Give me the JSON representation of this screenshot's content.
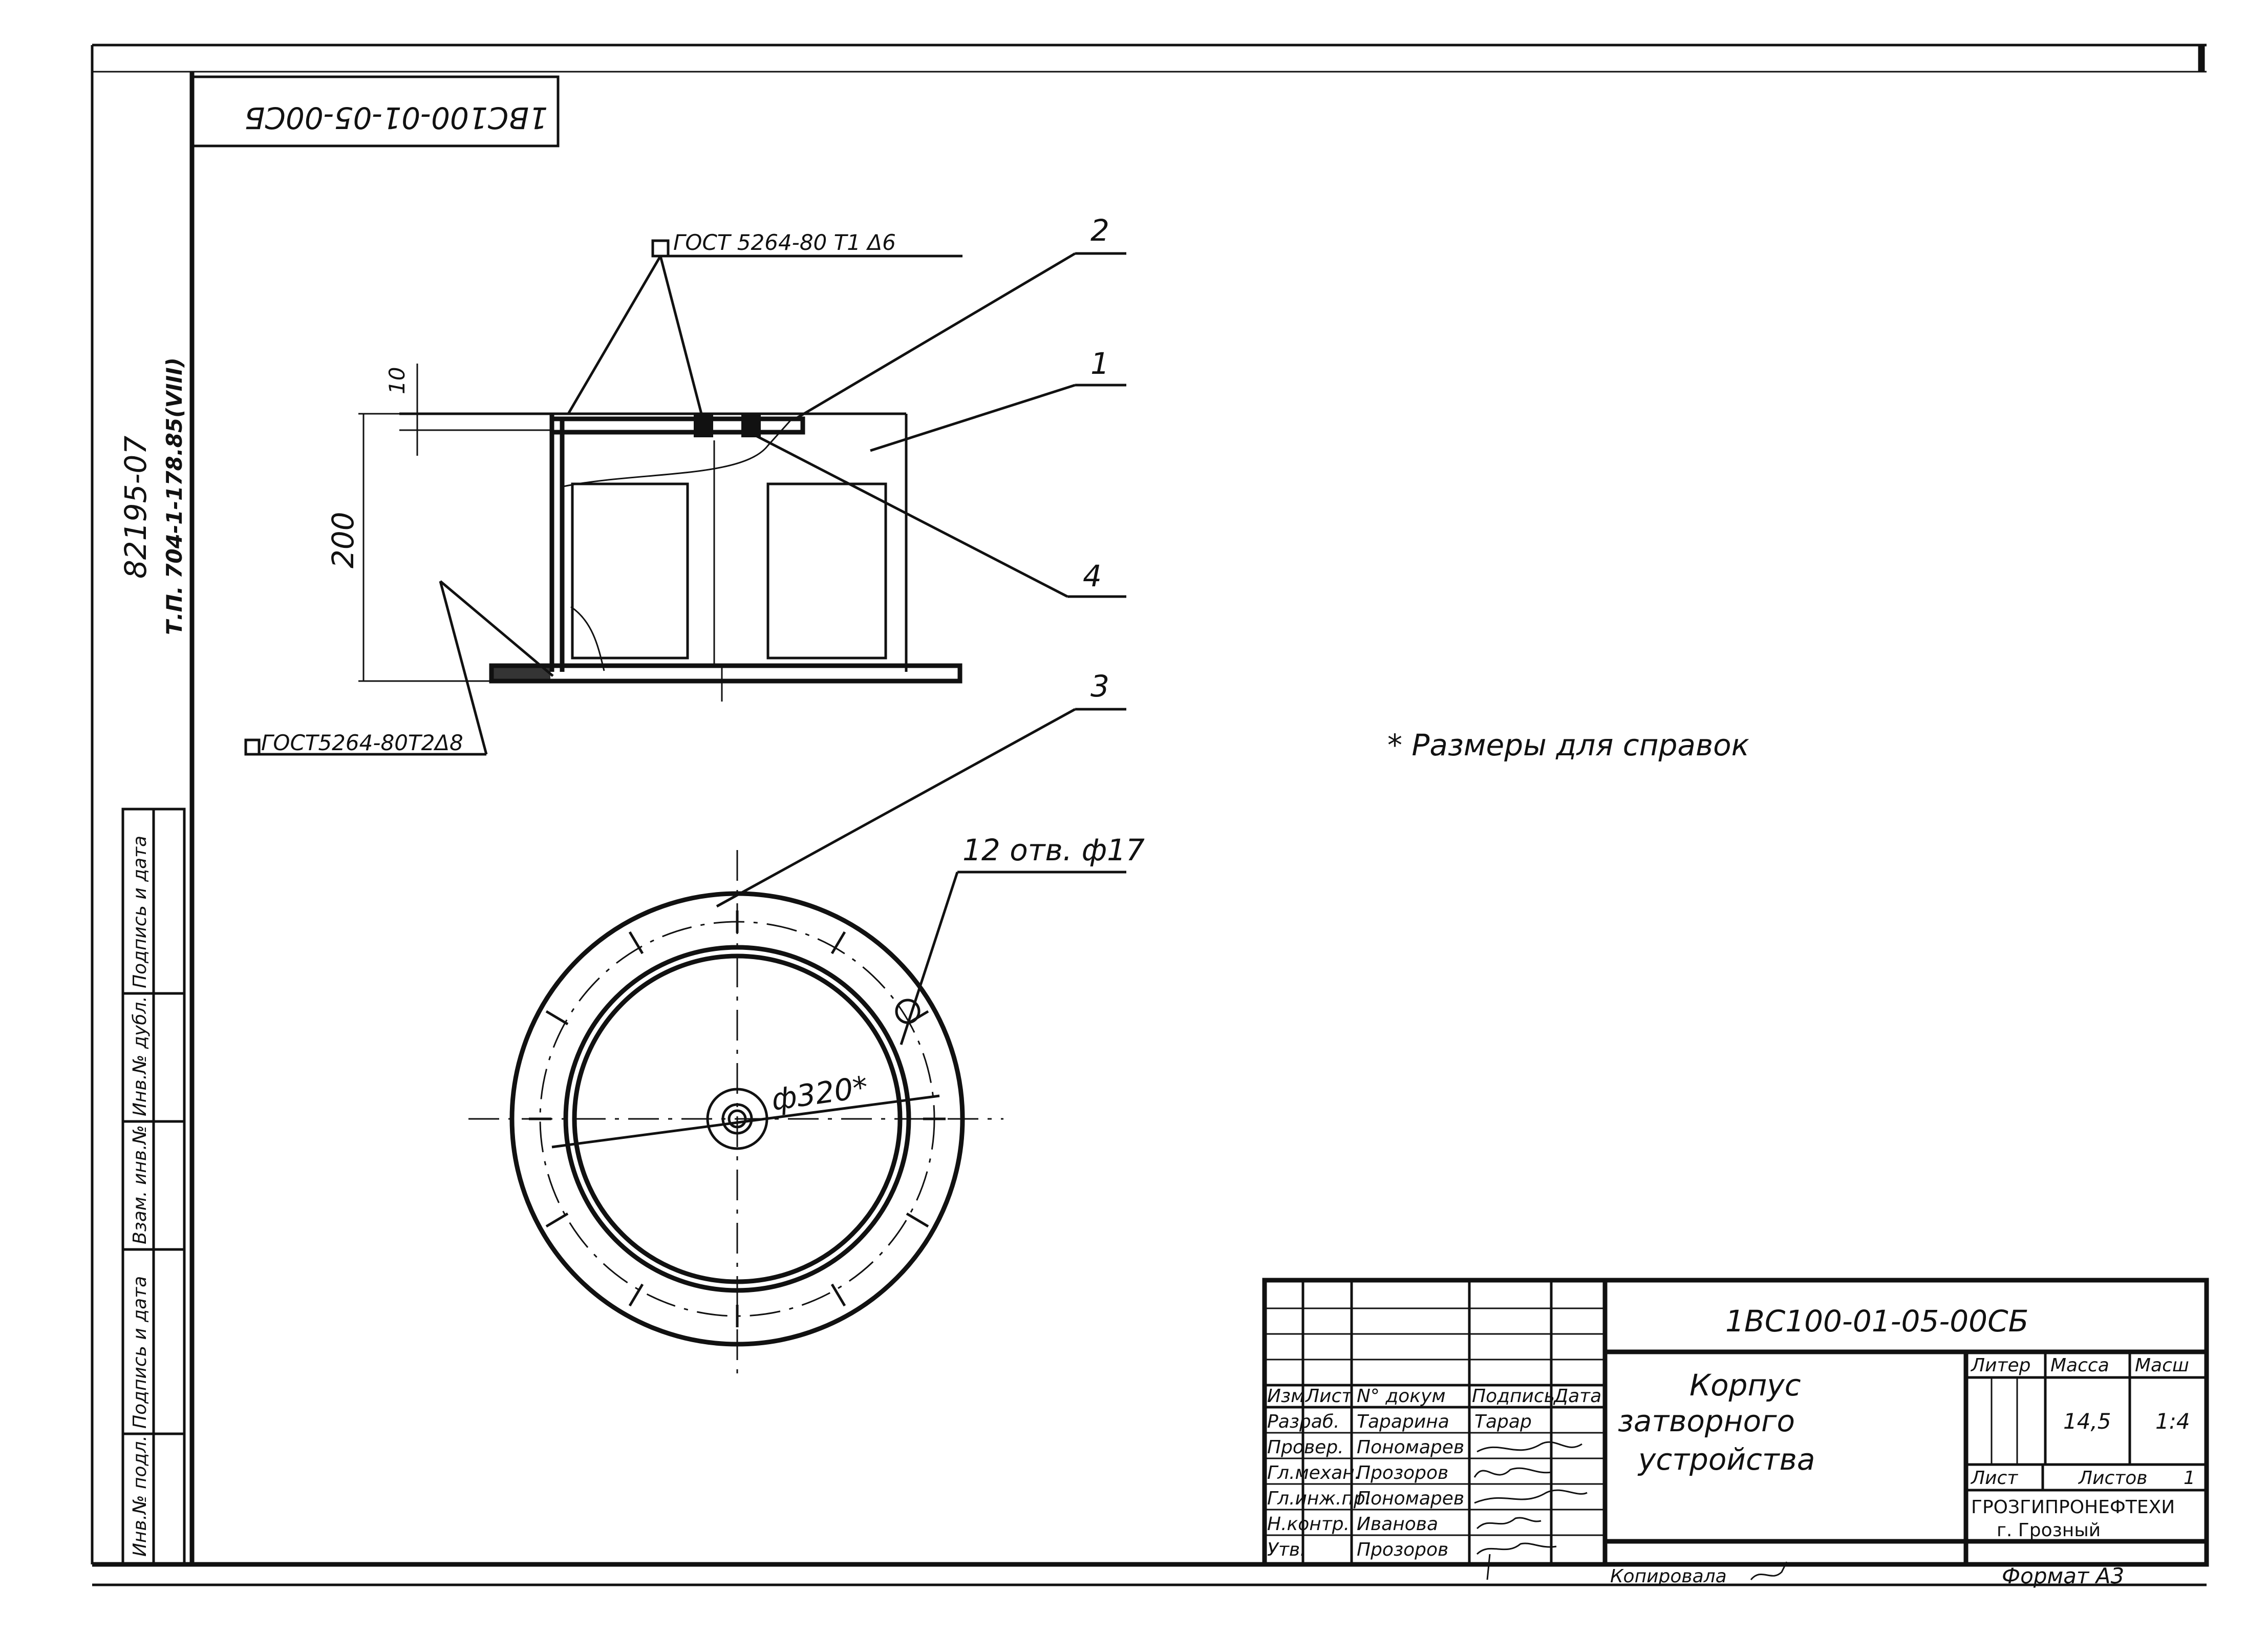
{
  "sheet": {
    "corner_stamp": "1ВС100-01-05-00СБ",
    "archive_number": "82195-07",
    "project_ref": "Т.П. 704-1-178.85(VIII)",
    "reference_note": "* Размеры для справок"
  },
  "side_stamp": [
    "Инв.№ подл.",
    "Подпись и дата",
    "Взам. инв.№",
    "Инв.№ дубл.",
    "Подпись и дата"
  ],
  "drawing": {
    "weld_top": "ГОСТ 5264-80 Т1 Δ6",
    "weld_bottom": "ГОСТ5264-80Т2Δ8",
    "dim_height": "200",
    "dim_top": "10",
    "dim_diameter": "ф320*",
    "holes_label": "12 отв. ф17",
    "callouts": [
      "1",
      "2",
      "3",
      "4"
    ]
  },
  "title_block": {
    "designation": "1ВС100-01-05-00СБ",
    "name_lines": [
      "Корпус",
      "затворного",
      "устройства"
    ],
    "header": {
      "izm": "Изм",
      "list": "Лист",
      "doc": "N° докум",
      "sign": "Подпись",
      "date": "Дата"
    },
    "people": [
      {
        "role": "Разраб.",
        "name": "Тарарина",
        "sign": "Тарар"
      },
      {
        "role": "Провер.",
        "name": "Пономарев",
        "sign": ""
      },
      {
        "role": "Гл.механ.",
        "name": "Прозоров",
        "sign": ""
      },
      {
        "role": "Гл.инж.пр.",
        "name": "Пономарев",
        "sign": ""
      },
      {
        "role": "Н.контр.",
        "name": "Иванова",
        "sign": ""
      },
      {
        "role": "Утв.",
        "name": "Прозоров",
        "sign": ""
      }
    ],
    "liter_label": "Литер",
    "mass_label": "Масса",
    "scale_label": "Масш",
    "mass": "14,5",
    "scale": "1:4",
    "sheet_label": "Лист",
    "sheets_label": "Листов",
    "sheets_value": "1",
    "org": "ГРОЗГИПРОНЕФТЕХИ",
    "city": "г. Грозный"
  },
  "footer": {
    "copied": "Копировала",
    "format": "Формат А3"
  }
}
